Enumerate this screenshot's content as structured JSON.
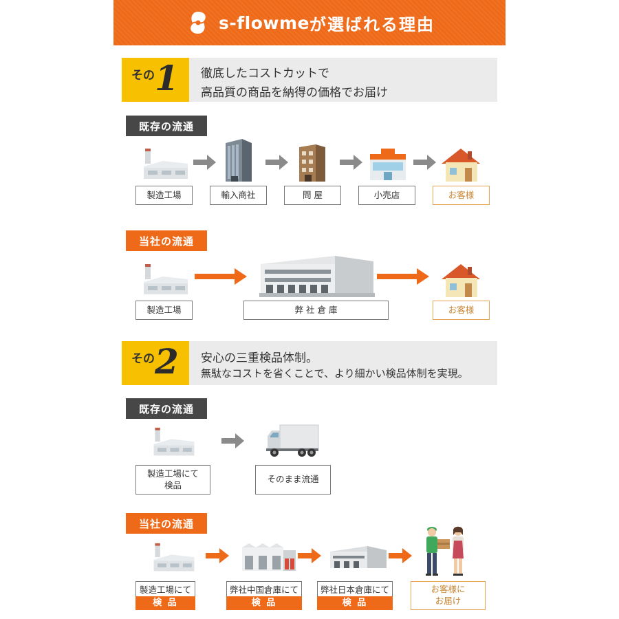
{
  "header": {
    "brand": "s-flowme",
    "suffix": "が選ばれる理由",
    "color": "#ee6a19"
  },
  "reason1": {
    "prefix": "その",
    "number": "1",
    "line1": "徹底したコストカットで",
    "line2": "高品質の商品を納得の価格でお届け"
  },
  "reason2": {
    "prefix": "その",
    "number": "2",
    "line1": "安心の三重検品体制。",
    "line2": "無駄なコストを省くことで、より細かい検品体制を実現。"
  },
  "flow1_existing": {
    "tag": "既存の流通",
    "steps": [
      "製造工場",
      "輸入商社",
      "問 屋",
      "小売店",
      "お客様"
    ]
  },
  "flow1_ours": {
    "tag": "当社の流通",
    "steps": [
      "製造工場",
      "弊 社 倉 庫",
      "お客様"
    ]
  },
  "flow2_existing": {
    "tag": "既存の流通",
    "step1_line1": "製造工場にて",
    "step1_line2": "検品",
    "step2": "そのまま流通"
  },
  "flow2_ours": {
    "tag": "当社の流通",
    "steps": [
      "製造工場にて",
      "弊社中国倉庫にて",
      "弊社日本倉庫にて"
    ],
    "strip_label": "検 品",
    "customer_line1": "お客様に",
    "customer_line2": "お届け"
  },
  "colors": {
    "accent": "#ee6a19",
    "dark_tag": "#474747",
    "badge": "#f7c000",
    "customer_border": "#e2a24f"
  }
}
